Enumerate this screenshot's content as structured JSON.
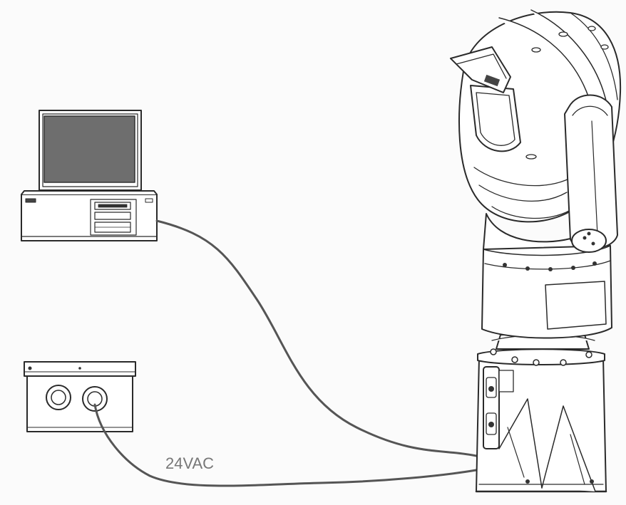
{
  "diagram": {
    "components": [
      {
        "id": "computer",
        "icon": "desktop-computer-icon"
      },
      {
        "id": "power-supply",
        "icon": "power-supply-box-icon"
      },
      {
        "id": "camera",
        "icon": "ptz-camera-icon"
      }
    ],
    "connections": [
      {
        "from": "computer",
        "to": "camera",
        "label": ""
      },
      {
        "from": "power-supply",
        "to": "camera",
        "label": "24VAC"
      }
    ],
    "power_label": "24VAC"
  },
  "colors": {
    "background": "#fbfbfb",
    "line": "#2a2a2a",
    "cable": "#555555",
    "monitor_screen": "#6e6e6e",
    "label": "#777777"
  }
}
